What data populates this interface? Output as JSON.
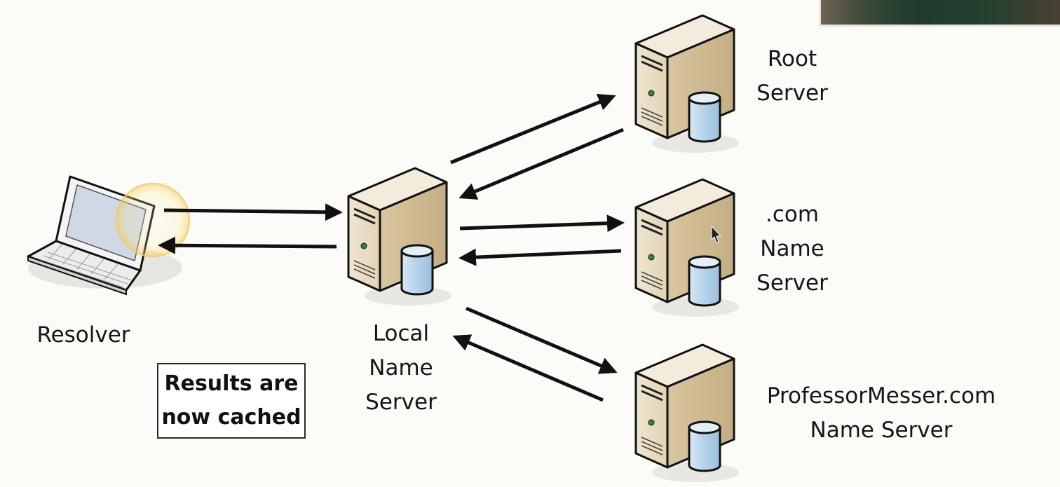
{
  "nodes": {
    "resolver": {
      "lines": [
        "Resolver"
      ]
    },
    "local": {
      "lines": [
        "Local",
        "Name",
        "Server"
      ]
    },
    "root": {
      "lines": [
        "Root",
        "Server"
      ]
    },
    "com": {
      "lines": [
        ".com",
        "Name",
        "Server"
      ]
    },
    "professormesser": {
      "lines": [
        "ProfessorMesser.com",
        "Name Server"
      ]
    }
  },
  "callout": {
    "lines": [
      "Results are",
      "now cached"
    ]
  },
  "colors": {
    "server_body": "#e8dcc4",
    "server_shade": "#c9b48f",
    "database": "#b8d4ea",
    "arrow": "#111111",
    "highlight": "#f2d36b"
  }
}
